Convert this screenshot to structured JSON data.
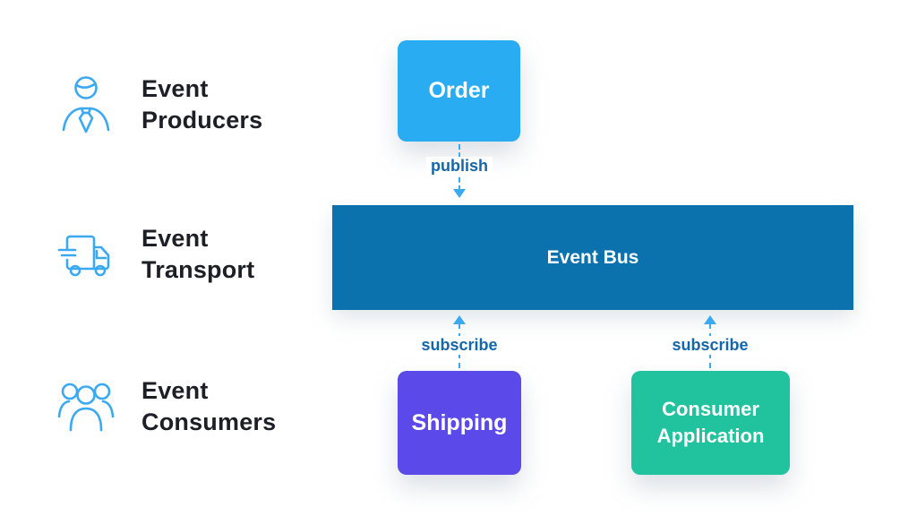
{
  "diagram": {
    "rows": {
      "producers": {
        "line1": "Event",
        "line2": "Producers",
        "icon": "person-icon"
      },
      "transport": {
        "line1": "Event",
        "line2": "Transport",
        "icon": "truck-icon"
      },
      "consumers": {
        "line1": "Event",
        "line2": "Consumers",
        "icon": "people-icon"
      }
    },
    "nodes": {
      "order": {
        "label": "Order",
        "color": "#2aacf2"
      },
      "event_bus": {
        "label": "Event Bus",
        "color": "#0b72ad"
      },
      "shipping": {
        "label": "Shipping",
        "color": "#5c49e9"
      },
      "consumer_application": {
        "line1": "Consumer",
        "line2": "Application",
        "color": "#21c39f"
      }
    },
    "edges": {
      "publish": {
        "label": "publish",
        "direction": "down"
      },
      "subscribe_left": {
        "label": "subscribe",
        "direction": "up"
      },
      "subscribe_right": {
        "label": "subscribe",
        "direction": "up"
      }
    },
    "colors": {
      "icon_stroke": "#3aa9f2",
      "arrow": "#3aa9f2",
      "edge_label_text": "#1566a8",
      "row_label_text": "#1d1e26",
      "node_text": "#ffffff",
      "background": "#ffffff"
    }
  }
}
